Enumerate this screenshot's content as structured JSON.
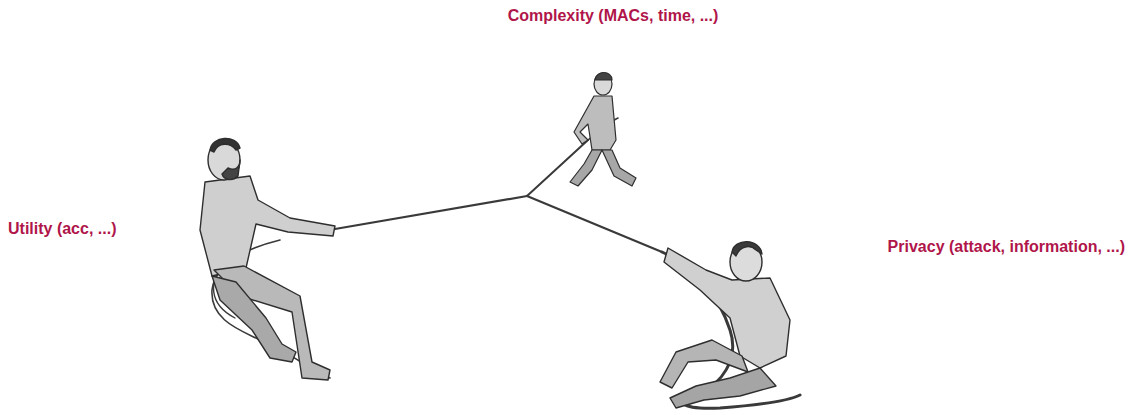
{
  "diagram": {
    "labels": [
      "Complexity (MACs, time, ...)",
      "Utility (acc, ...)",
      "Privacy (attack, information, ...)"
    ]
  }
}
